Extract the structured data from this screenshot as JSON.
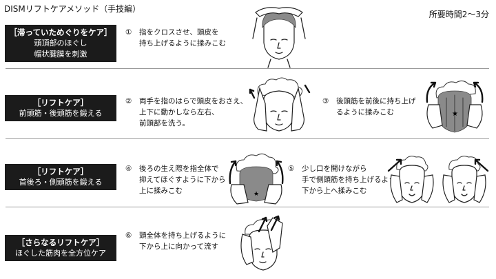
{
  "header": {
    "title": "DISMリフトケアメソッド（手技編）",
    "duration": "所要時間2〜3分"
  },
  "sections": [
    {
      "label_title": "［滞っていためぐりをケア］",
      "label_lines": [
        "頭頂部のほぐし",
        "帽状腱膜を刺激"
      ],
      "steps": [
        {
          "num": "①",
          "lines": [
            "指をクロスさせ、頭皮を",
            "持ち上げるように揉みこむ"
          ]
        }
      ]
    },
    {
      "label_title": "［リフトケア］",
      "label_lines": [
        "前頭筋・後頭筋を鍛える"
      ],
      "steps": [
        {
          "num": "②",
          "lines": [
            "両手を指のはらで頭皮をおさえ、",
            "上下に動かしなら左右、",
            "前頭部を洗う。"
          ]
        },
        {
          "num": "③",
          "lines": [
            "後頭筋を前後に持ち上げ",
            "るように揉みこむ"
          ]
        }
      ]
    },
    {
      "label_title": "［リフトケア］",
      "label_lines": [
        "首後ろ・側頭筋を鍛える"
      ],
      "steps": [
        {
          "num": "④",
          "lines": [
            "後ろの生え際を指全体で",
            "抑えてほぐすように下から",
            "上に揉みこむ"
          ]
        },
        {
          "num": "⑤",
          "lines": [
            "少し口を開けながら",
            "手で側頭筋を持ち上げるように",
            "下から上へ揉みこむ"
          ]
        }
      ]
    },
    {
      "label_title": "［さらなるリフトケア］",
      "label_lines": [
        "ほぐした筋肉を全方位ケア"
      ],
      "steps": [
        {
          "num": "⑥",
          "lines": [
            "頭全体を持ち上げるように",
            "下から上に向かって流す"
          ]
        }
      ]
    }
  ]
}
